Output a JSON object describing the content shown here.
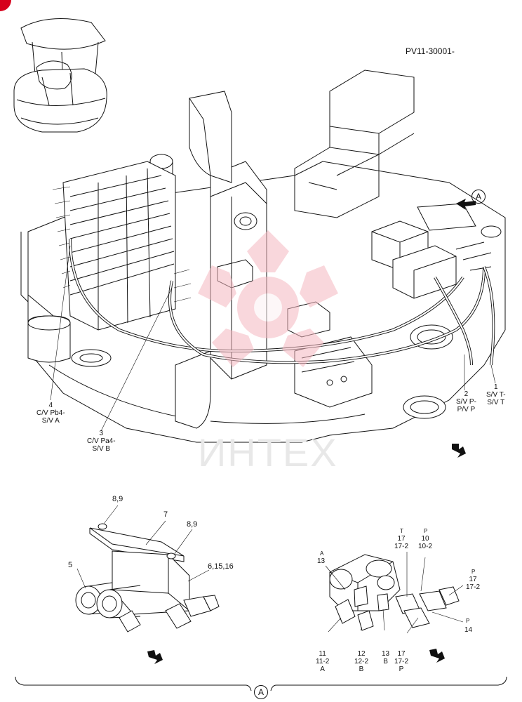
{
  "document_number": "PV11-30001-",
  "watermark": "ИНТЕХ",
  "view_marker": "A",
  "upper_labels": [
    {
      "id": "1",
      "lines": [
        "1",
        "S/V T-",
        "S/V T"
      ]
    },
    {
      "id": "2",
      "lines": [
        "2",
        "S/V P-",
        "P/V P"
      ]
    },
    {
      "id": "3",
      "lines": [
        "3",
        "C/V Pa4-",
        "S/V B"
      ]
    },
    {
      "id": "4",
      "lines": [
        "4",
        "C/V Pb4-",
        "S/V A"
      ]
    }
  ],
  "lower_left_labels": [
    "8,9",
    "7",
    "8,9",
    "5",
    "6,15,16"
  ],
  "lower_right_labels": {
    "port_t": "T",
    "port_p_top": "P",
    "l17_top": [
      "17",
      "17-2"
    ],
    "l10": [
      "10",
      "10-2"
    ],
    "port_a_top": "A",
    "l13_top": "13",
    "port_p_right": "P",
    "l17_right": [
      "17",
      "17-2"
    ],
    "port_p_14": "P",
    "l14": "14",
    "l11": [
      "11",
      "11-2",
      "A"
    ],
    "l12": [
      "12",
      "12-2",
      "B"
    ],
    "l13_bottom": [
      "13",
      "B"
    ],
    "l17_bottom": [
      "17",
      "17-2",
      "P"
    ]
  },
  "colors": {
    "line": "#111111",
    "watermark": "#f5b8c0",
    "corner_mark": "#d6001c"
  }
}
